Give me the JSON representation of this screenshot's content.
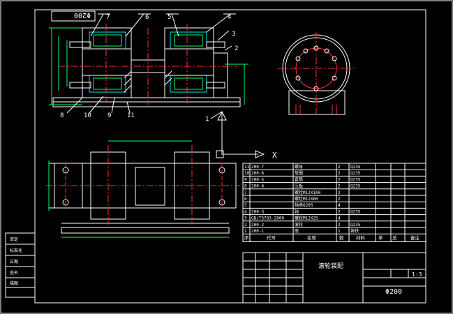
{
  "corner_label": "Φ200",
  "balloons": [
    "7",
    "6",
    "5",
    "4",
    "3",
    "2",
    "1",
    "8",
    "10",
    "9",
    "11"
  ],
  "axis_label": "X",
  "bom_rows": [
    {
      "no": "11",
      "code": "200-7",
      "name": "螺母",
      "qty": "2",
      "mat": "Q235"
    },
    {
      "no": "10",
      "code": "200-6",
      "name": "垫圈",
      "qty": "2",
      "mat": "Q235"
    },
    {
      "no": "9",
      "code": "200-5",
      "name": "套筒",
      "qty": "2",
      "mat": "Q235"
    },
    {
      "no": "8",
      "code": "200-4",
      "name": "压板",
      "qty": "2",
      "mat": "Q235"
    },
    {
      "no": "7",
      "code": "",
      "name": "螺栓M12X100",
      "qty": "2",
      "mat": ""
    },
    {
      "no": "6",
      "code": "",
      "name": "螺栓M12X60",
      "qty": "2",
      "mat": ""
    },
    {
      "no": "5",
      "code": "",
      "name": "轴承6205",
      "qty": "4",
      "mat": ""
    },
    {
      "no": "4",
      "code": "200-3",
      "name": "轴",
      "qty": "2",
      "mat": "Q235"
    },
    {
      "no": "3",
      "code": "GB/T5783-2000",
      "name": "螺栓M12X25",
      "qty": "4",
      "mat": ""
    },
    {
      "no": "2",
      "code": "200-2",
      "name": "滚轮",
      "qty": "2",
      "mat": "Q235"
    },
    {
      "no": "1",
      "code": "200-1",
      "name": "座",
      "qty": "1",
      "mat": "铸铁"
    }
  ],
  "bom_header": [
    "序",
    "代号",
    "名称",
    "数",
    "材料",
    "单",
    "总",
    "备注"
  ],
  "title_block": {
    "drawing_name": "滚轮装配",
    "scale": "1:3",
    "part_no": "Φ200"
  },
  "side_labels": [
    "审定",
    "标准化",
    "日期",
    "签名",
    "描图"
  ]
}
